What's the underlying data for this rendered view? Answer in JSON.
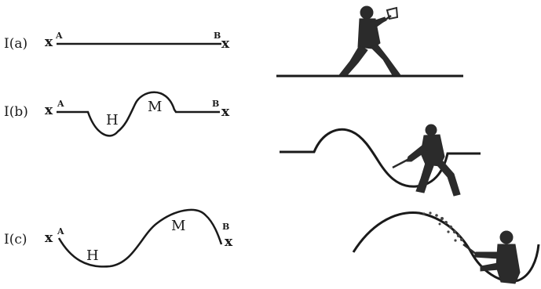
{
  "rows": [
    {
      "label": "I(a)",
      "start_x": "x",
      "end_x": "x",
      "point_a": "A",
      "point_b": "B"
    },
    {
      "label": "I(b)",
      "start_x": "x",
      "end_x": "x",
      "point_a": "A",
      "point_b": "B",
      "hole_letter": "H",
      "mound_letter": "M"
    },
    {
      "label": "I(c)",
      "start_x": "x",
      "end_x": "x",
      "point_a": "A",
      "point_b": "B",
      "hole_letter": "H",
      "mound_letter": "M"
    }
  ],
  "colors": {
    "ink": "#1a1a1a",
    "figure": "#2b2b2b",
    "background": "#ffffff"
  }
}
